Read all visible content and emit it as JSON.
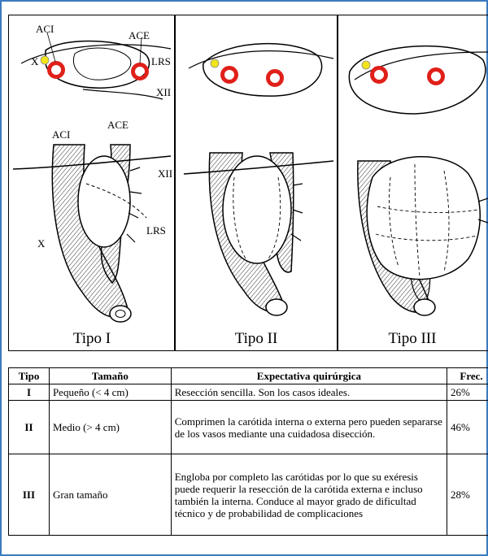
{
  "figure": {
    "panels": [
      {
        "caption": "Tipo I",
        "labels": {
          "aci_top": "ACI",
          "ace_top": "ACE",
          "x_top": "X",
          "lrs_top": "LRS",
          "xii_top": "XII",
          "aci": "ACI",
          "ace": "ACE",
          "xii": "XII",
          "lrs": "LRS",
          "x": "X"
        }
      },
      {
        "caption": "Tipo II"
      },
      {
        "caption": "Tipo III"
      }
    ],
    "colors": {
      "artery_ring": "#e0201a",
      "nerve_dot": "#f2e41c",
      "line": "#000000"
    }
  },
  "table": {
    "headers": [
      "Tipo",
      "Tamaño",
      "Expectativa quirúrgica",
      "Frec."
    ],
    "rows": [
      {
        "tipo": "I",
        "size": "Pequeño (< 4 cm)",
        "exp": "Resección sencilla. Son los casos ideales.",
        "freq": "26%"
      },
      {
        "tipo": "II",
        "size": "Medio (> 4 cm)",
        "exp": "Comprimen la carótida interna o externa pero pueden separarse de los vasos mediante una cuidadosa disección.",
        "freq": "46%"
      },
      {
        "tipo": "III",
        "size": "Gran tamaño",
        "exp": "Engloba por completo las carótidas por lo que su exéresis puede requerir la resección de la carótida externa e incluso también la interna. Conduce al mayor grado de dificultad técnico y de probabilidad de complicaciones",
        "freq": "28%"
      }
    ]
  }
}
